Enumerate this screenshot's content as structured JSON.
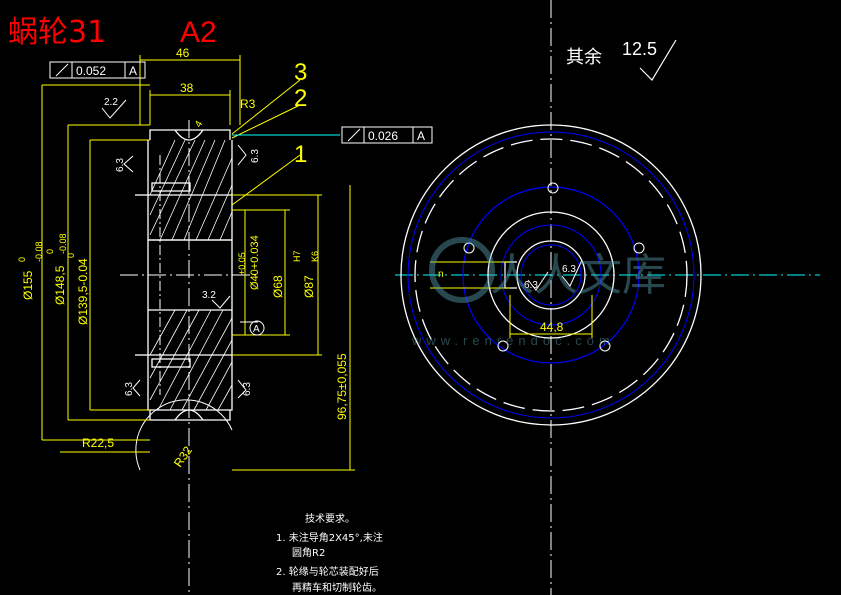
{
  "title": {
    "name": "蜗轮31",
    "size": "A2"
  },
  "roughness_note": {
    "label": "其余",
    "value": "12.5"
  },
  "tolerance_frames": [
    {
      "value": "0.052",
      "datum": "A"
    },
    {
      "value": "0.026",
      "datum": "A"
    }
  ],
  "dimensions": {
    "width_46": "46",
    "width_38": "38",
    "r3": "R3",
    "r22_5": "R22,5",
    "r32": "R32",
    "d155": "Ø155",
    "d155_tol": "-0.08",
    "d155_zero": "0",
    "d148": "Ø148,5",
    "d148_tol": "-0.08",
    "d148_zero": "0",
    "d139": "Ø139,5-0.04",
    "d139_zero": "0",
    "d40": "Ø40+0.034",
    "d40_sub": "+0.05",
    "d68": "Ø68",
    "d87": "Ø87",
    "h7": "H7",
    "k6": "K6",
    "len_96": "96,75±0,055",
    "bolt_44_8": "44,8",
    "small_n": "n"
  },
  "roughness_marks": [
    "2.2",
    "6.3",
    "6.3",
    "3.2",
    "6.3",
    "6.3",
    "6.3",
    "6.3"
  ],
  "leaders": [
    "1",
    "2",
    "3"
  ],
  "datum": "A",
  "small_4": "4",
  "watermark": {
    "text": "人人文库",
    "url": "www.renrendoc.com"
  },
  "tech_requirements": {
    "heading": "技术要求。",
    "line1": "1. 未注导角2X45°,未注",
    "line1b": "圆角R2",
    "line2": "2. 轮缘与轮芯装配好后",
    "line2b": "再精车和切制轮齿。"
  },
  "colors": {
    "background": "#000000",
    "yellow": "#ffff00",
    "white": "#ffffff",
    "cyan": "#00ffff",
    "blue": "#0000ff",
    "red": "#ff0000",
    "green": "#00ff00"
  }
}
